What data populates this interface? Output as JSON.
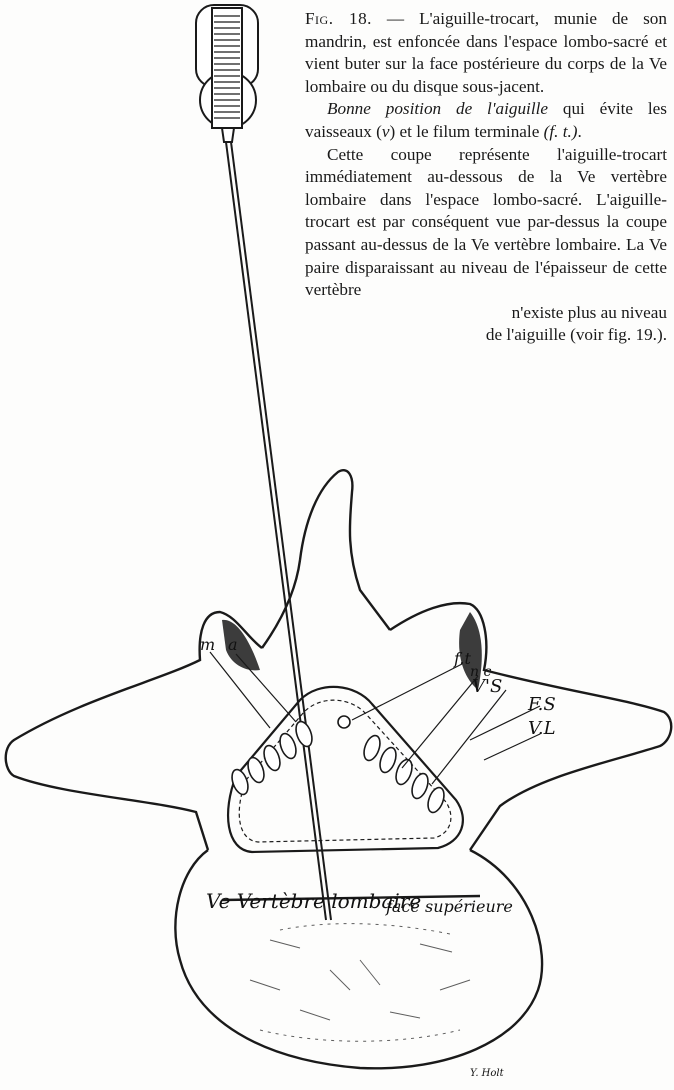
{
  "caption": {
    "fig_label": "Fig. 18.",
    "fig_text": " — L'aiguille-trocart, munie de son mandrin, est enfoncée dans l'espace lombo-sacré et vient buter sur la face postérieure du corps de la Ve lombaire ou du disque sous-jacent.",
    "bonne_position": "Bonne position de l'aiguille",
    "bonne_rest_1": " qui évite les vaisseaux (",
    "v": "v",
    "bonne_rest_2": ") et le filum terminale ",
    "ft": "(f. t.)",
    "bonne_end": ".",
    "para2": "Cette coupe représente l'aiguille-trocart immédiatement au-dessous de la Ve vertèbre lombaire dans l'espace lombo-sacré. L'aiguille-trocart est par conséquent vue par-dessus la coupe passant au-dessus de la Ve vertèbre lombaire. La Ve paire disparaissant au niveau de l'épaisseur de cette vertèbre",
    "para2_end_1": "n'existe plus au niveau",
    "para2_end_2": "de l'aiguille (voir fig. 19.)."
  },
  "labels": {
    "m": "m",
    "a": "a",
    "ft": "f.t",
    "nc": "n c",
    "vs": "V'S",
    "fs": "F.S",
    "vl": "V.L",
    "vertebre": "Ve Vertèbre lombaire",
    "face": "face supérieure",
    "signature": "Y. Holt"
  },
  "colors": {
    "ink": "#1a1a1a",
    "paper": "#fdfdfc"
  }
}
